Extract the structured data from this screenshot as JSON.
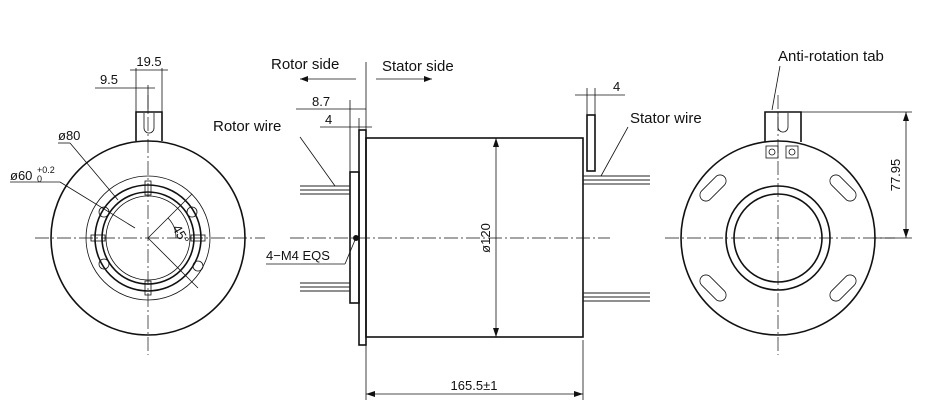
{
  "labels": {
    "rotor_side": "Rotor side",
    "stator_side": "Stator side",
    "rotor_wire": "Rotor wire",
    "stator_wire": "Stator wire",
    "anti_rotation_tab": "Anti-rotation tab",
    "thread_holes": "4−M4  EQS"
  },
  "dims": {
    "tab_width": "19.5",
    "tab_offset": "9.5",
    "d_bolt_circle": "ø80",
    "d_bore_prefix": "ø60",
    "d_bore_tol_upper": "+0.2",
    "d_bore_tol_lower": "0",
    "angle": "45°",
    "rotor_flange": "8.7",
    "rotor_flange_thk": "4",
    "stator_tab_thk": "4",
    "body_diameter": "ø120",
    "body_length": "165.5±1",
    "tab_height": "77.95"
  }
}
